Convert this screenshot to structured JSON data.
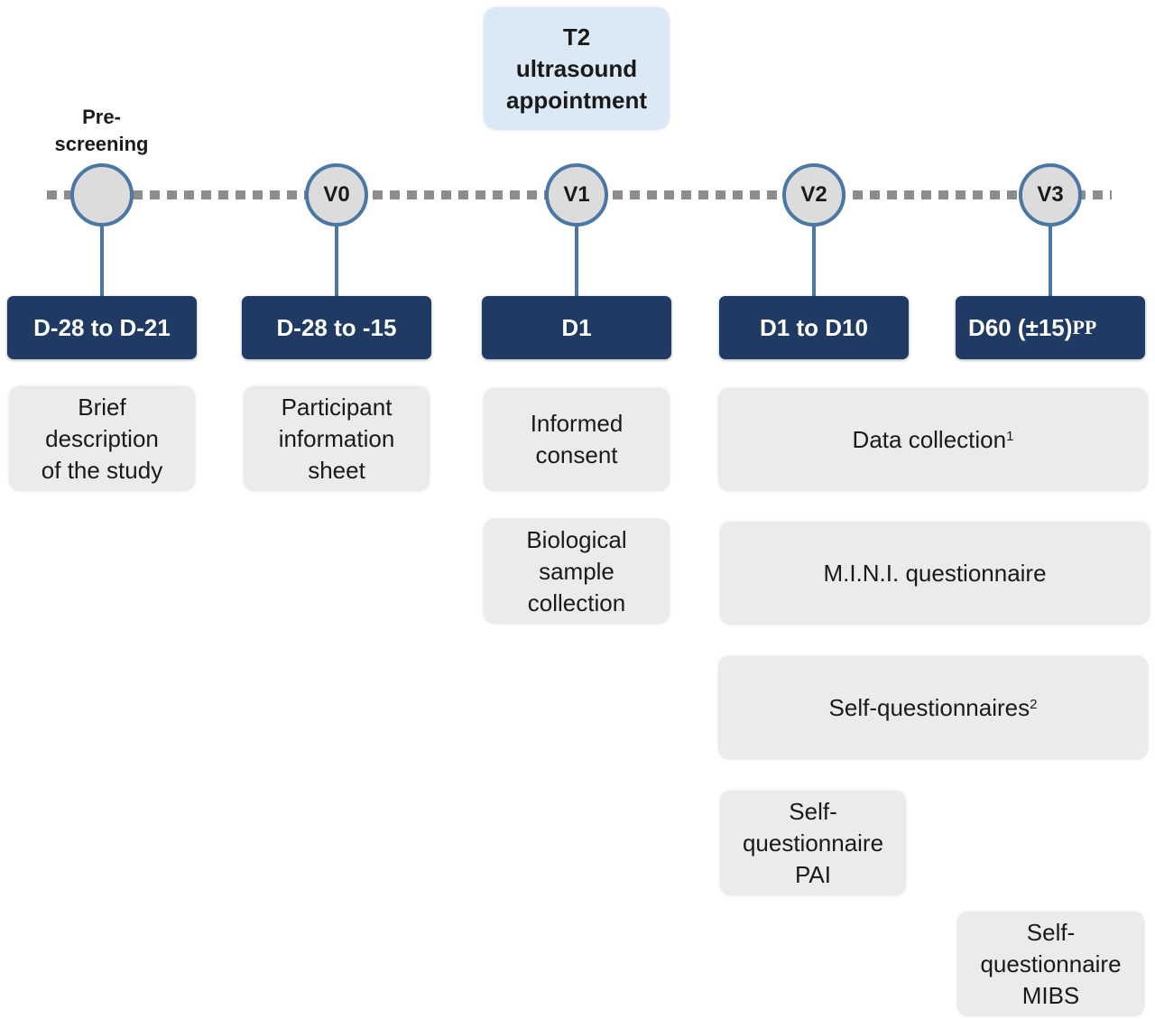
{
  "header": {
    "t2_appointment": "T2\nultrasound\nappointment",
    "prescreening_label": "Pre-\nscreening"
  },
  "visits": [
    {
      "label": ""
    },
    {
      "label": "V0"
    },
    {
      "label": "V1"
    },
    {
      "label": "V2"
    },
    {
      "label": "V3"
    }
  ],
  "periods": [
    {
      "label": "D-28 to D-21"
    },
    {
      "label": "D-28 to -15"
    },
    {
      "label": "D1"
    },
    {
      "label": "D1 to D10"
    },
    {
      "label": "D60 (±15)",
      "suffix": "PP"
    }
  ],
  "activities": {
    "brief_description": "Brief\ndescription\nof the study",
    "participant_info": "Participant\ninformation\nsheet",
    "informed_consent": "Informed\nconsent",
    "biological_sample": "Biological\nsample\ncollection",
    "data_collection": "Data collection",
    "data_collection_note": "1",
    "mini_questionnaire": "M.I.N.I. questionnaire",
    "self_questionnaires": "Self-questionnaires",
    "self_questionnaires_note": "2",
    "self_questionnaire_pai": "Self-\nquestionnaire\nPAI",
    "self_questionnaire_mibs": "Self-\nquestionnaire\nMIBS"
  },
  "colors": {
    "dark_box": "#1f3a63",
    "circle_border": "#4a77a3",
    "circle_fill": "#dcdcdc",
    "activity_box": "#ebebeb",
    "t2_box": "#dbe9f6"
  }
}
